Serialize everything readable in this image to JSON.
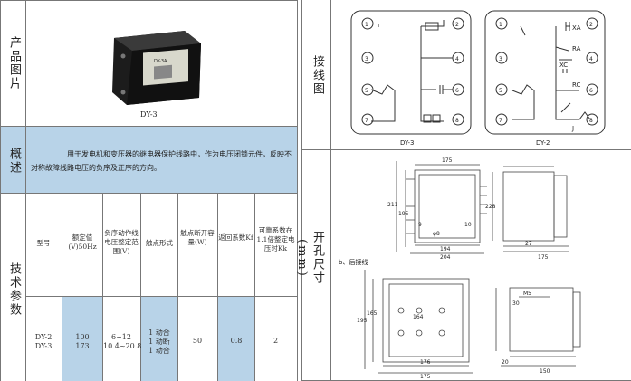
{
  "left": {
    "product_label": "产品图片",
    "product_caption": "DY-3",
    "device_face_text": "DY-3A",
    "overview_label": "概述",
    "overview_text": "用于发电机和变压器的继电器保护线路中，作为电压闭锁元件，反映不对称故障线路电压的负序及正序的方向。",
    "spec_label": "技术参数",
    "table": {
      "headers": [
        "型号",
        "额定值(V)50Hz",
        "负序动作线电压整定范围(V)",
        "触点形式",
        "触点断开容量(W)",
        "返回系数Kf",
        "可靠系数在1.1倍整定电压时Kk"
      ],
      "row": {
        "model": "DY-2\nDY-3",
        "rated": "100\n173",
        "range": "6~12\n10.4~20.8",
        "contact": "1 动合\n1 动断\n1 动合",
        "capacity": "50",
        "return": "0.8",
        "reliable": "2"
      }
    }
  },
  "right": {
    "wiring_label": "接线图",
    "dim_label": "开孔尺寸(mm)",
    "wiring_captions": [
      "DY-3",
      "DY-2"
    ],
    "terminals": [
      "①",
      "②",
      "③",
      "④",
      "⑤",
      "⑥",
      "⑦",
      "⑧"
    ],
    "dy2_labels": [
      "XA",
      "RA",
      "XC",
      "RC",
      "J"
    ],
    "rear_wiring_caption": "b、后接线",
    "front_dims": [
      "175",
      "211",
      "195",
      "194",
      "204",
      "φ8",
      "9",
      "10"
    ],
    "side_dims": [
      "228",
      "27",
      "175"
    ],
    "rear_dims": [
      "195",
      "165",
      "164",
      "176",
      "175",
      "M5",
      "30",
      "20",
      "150"
    ]
  }
}
